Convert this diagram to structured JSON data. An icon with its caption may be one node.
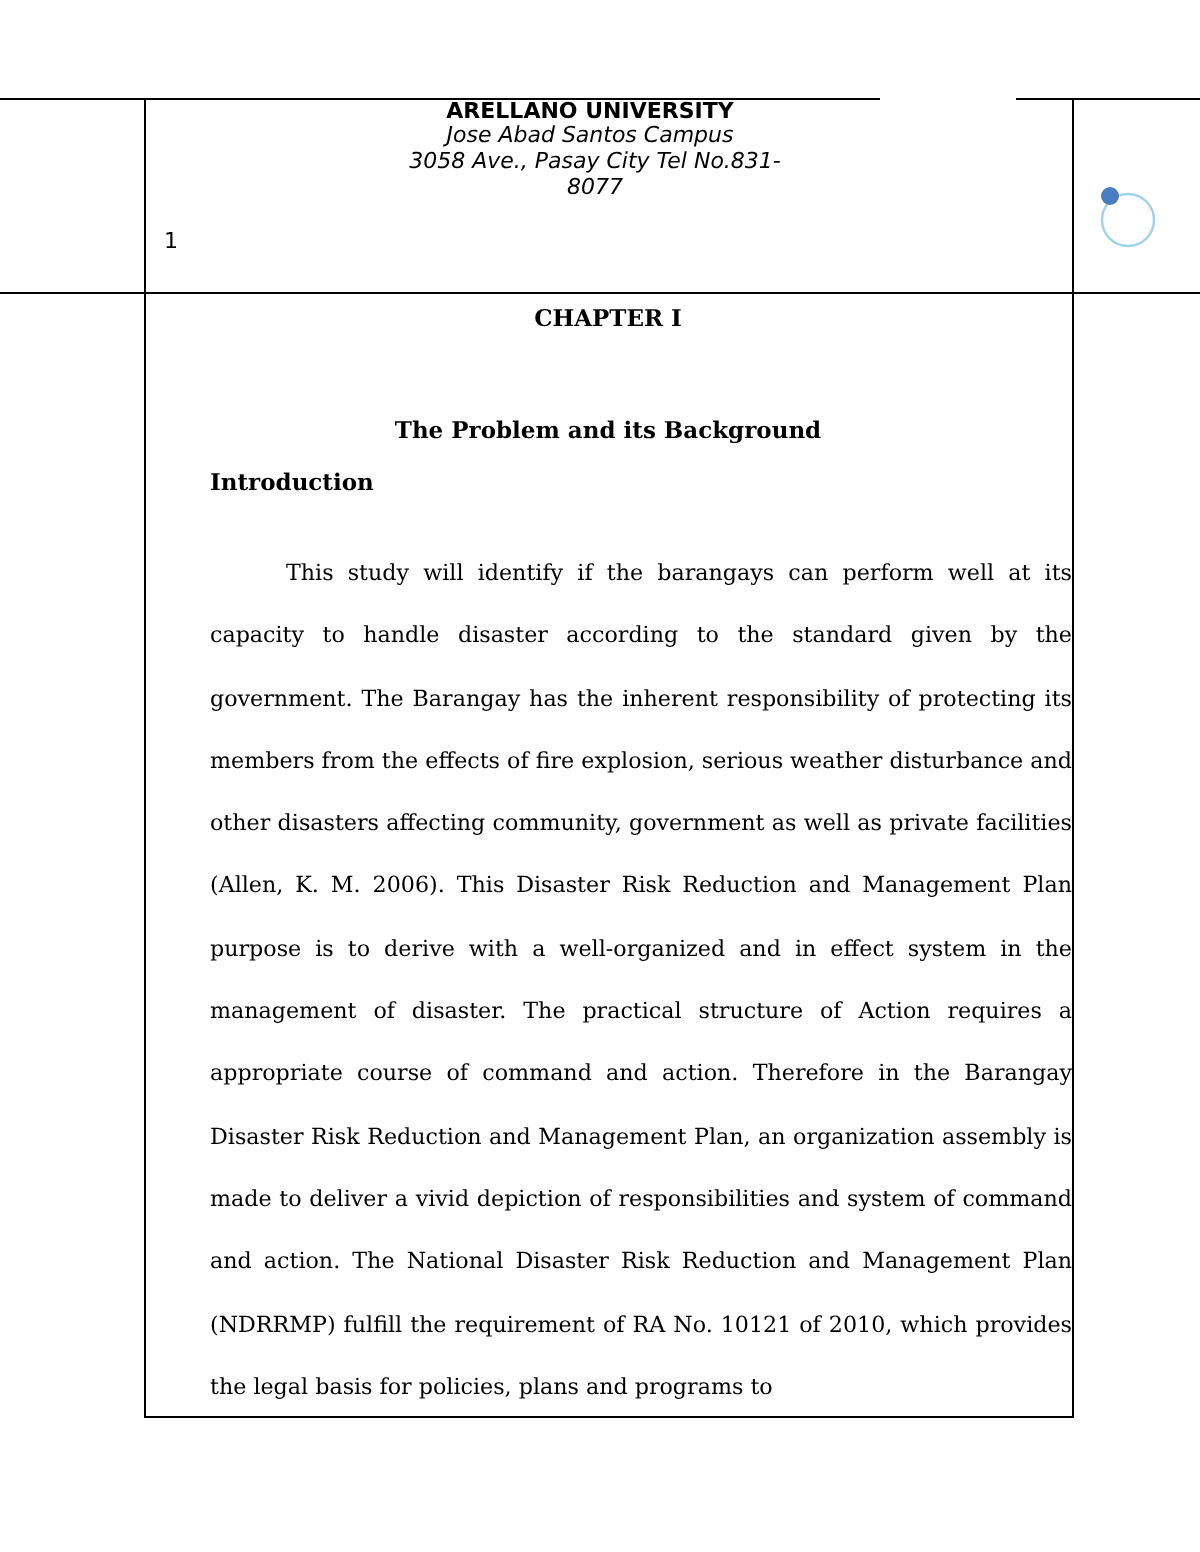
{
  "diagram": {
    "title": "CHAPTER I",
    "labels": [
      "ARELLANO UNIVERSITY",
      "Jose Abad Santos Campus",
      "3058 Ave., Pasay City Tel No.831-8077",
      "1",
      "The Problem and its Background",
      "Introduction",
      "This study will identify if the barangays can perform well at its capacity to handle disaster according to the standard given by the government. The Barangay has the inherent responsibility of protecting its members from the effects of fire explosion, serious weather disturbance and other disasters affecting community, government as well as private facilities (Allen, K. M. 2006). This Disaster Risk Reduction and Management Plan purpose is to derive with a well-organized and in effect system in the management of disaster. The practical structure of Action requires a appropriate course of command and action. Therefore in the Barangay Disaster Risk Reduction and Management Plan, an organization assembly is made to deliver a vivid depiction of responsibilities and system of command and action. The National Disaster Risk Reduction and Management Plan (NDRRMP) fulfill the requirement of RA No. 10121 of 2010, which provides the legal basis for policies, plans and programs to"
    ]
  }
}
